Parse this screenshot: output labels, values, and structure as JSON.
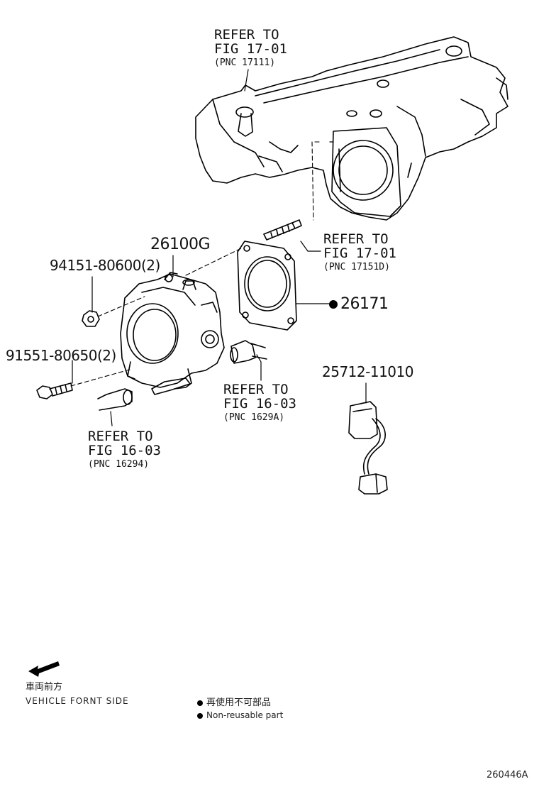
{
  "callouts": {
    "manifold_ref": {
      "line1": "REFER TO",
      "line2": "FIG 17-01",
      "line3": "(PNC 17111)"
    },
    "stud_ref": {
      "line1": "REFER TO",
      "line2": "FIG 17-01",
      "line3": "(PNC 17151D)"
    },
    "hose_ref_right": {
      "line1": "REFER TO",
      "line2": "FIG 16-03",
      "line3": "(PNC 1629A)"
    },
    "hose_ref_left": {
      "line1": "REFER TO",
      "line2": "FIG 16-03",
      "line3": "(PNC 16294)"
    }
  },
  "parts": {
    "throttle_body": "26100G",
    "nut": "94151-80600(2)",
    "bolt": "91551-80650(2)",
    "gasket": "26171",
    "wire_harness": "25712-11010"
  },
  "legend": {
    "direction_jp": "車両前方",
    "direction_en": "VEHICLE FORNT SIDE",
    "nonreusable_jp": "再使用不可部品",
    "nonreusable_en": "Non-reusable part"
  },
  "figure_id": "260446A"
}
